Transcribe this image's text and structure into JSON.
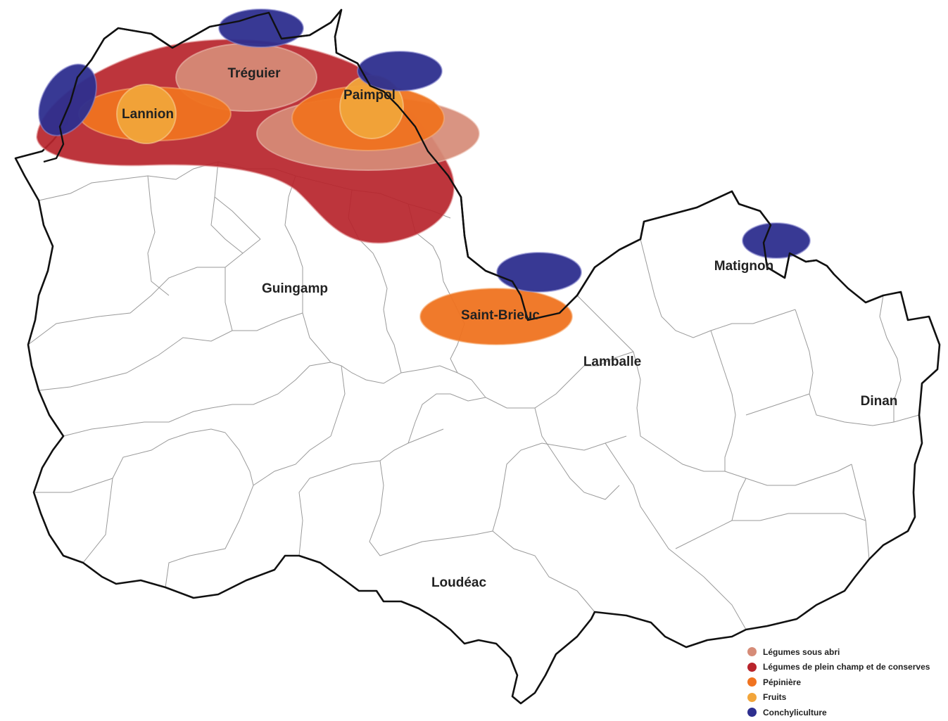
{
  "places": [
    {
      "id": "treguier",
      "label": "Tréguier"
    },
    {
      "id": "paimpol",
      "label": "Paimpol"
    },
    {
      "id": "lannion",
      "label": "Lannion"
    },
    {
      "id": "guingamp",
      "label": "Guingamp"
    },
    {
      "id": "saint-brieuc",
      "label": "Saint-Brieuc"
    },
    {
      "id": "matignon",
      "label": "Matignon"
    },
    {
      "id": "lamballe",
      "label": "Lamballe"
    },
    {
      "id": "dinan",
      "label": "Dinan"
    },
    {
      "id": "loudeac",
      "label": "Loudéac"
    }
  ],
  "legend": [
    {
      "label": "Légumes sous abri",
      "color": "#d68c78"
    },
    {
      "label": "Légumes de plein champ et de conserves",
      "color": "#b8242c"
    },
    {
      "label": "Pépinière",
      "color": "#f07320"
    },
    {
      "label": "Fruits",
      "color": "#f2a53a"
    },
    {
      "label": "Conchyliculture",
      "color": "#2e2f8f"
    }
  ],
  "colors": {
    "legumes_sous_abri": "#d68c78",
    "legumes_plein_champ": "#b8242c",
    "pepiniere": "#f07320",
    "fruits": "#f2a53a",
    "conchyliculture": "#2e2f8f",
    "outline": "#111111",
    "commune_lines": "#9a9a9a"
  }
}
